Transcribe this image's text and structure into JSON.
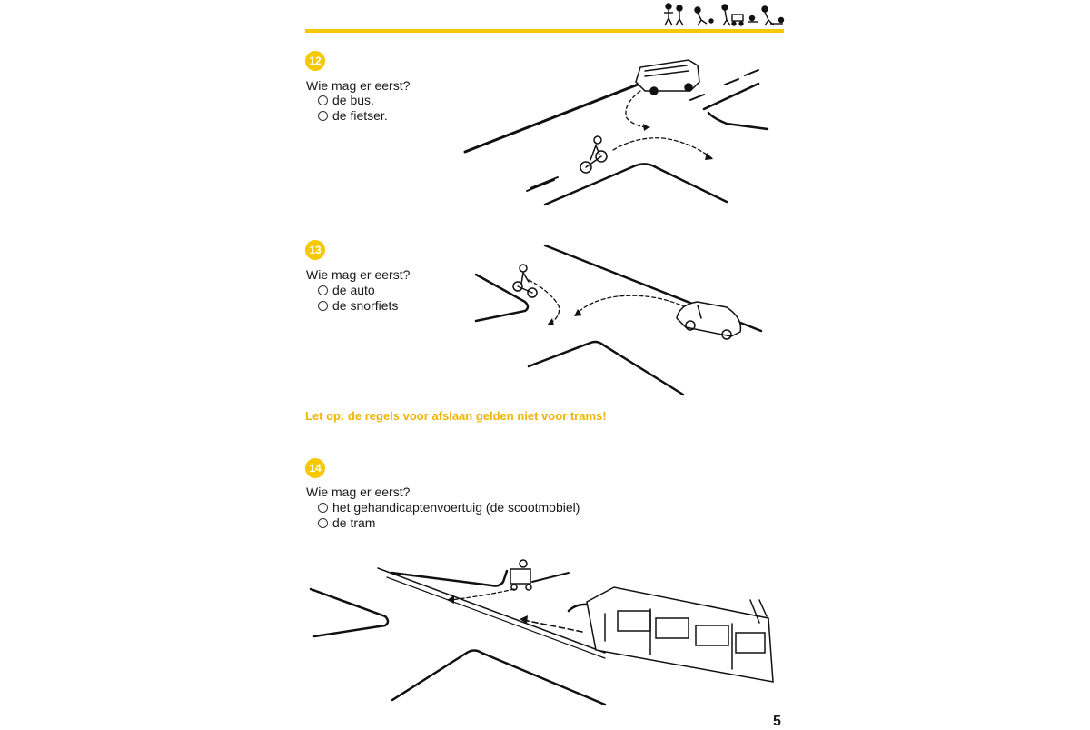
{
  "questions": [
    {
      "number": "12",
      "prompt": "Wie mag er eerst?",
      "options": [
        "de bus.",
        "de fietser."
      ]
    },
    {
      "number": "13",
      "prompt": "Wie mag er eerst?",
      "options": [
        "de auto",
        "de snorfiets"
      ]
    },
    {
      "number": "14",
      "prompt": "Wie mag er eerst?",
      "options": [
        "het gehandicaptenvoertuig (de scootmobiel)",
        "de tram"
      ]
    }
  ],
  "note": "Let op: de regels voor afslaan gelden niet voor trams!",
  "page_number": "5",
  "colors": {
    "accent": "#f6c800",
    "note": "#f0b400"
  }
}
